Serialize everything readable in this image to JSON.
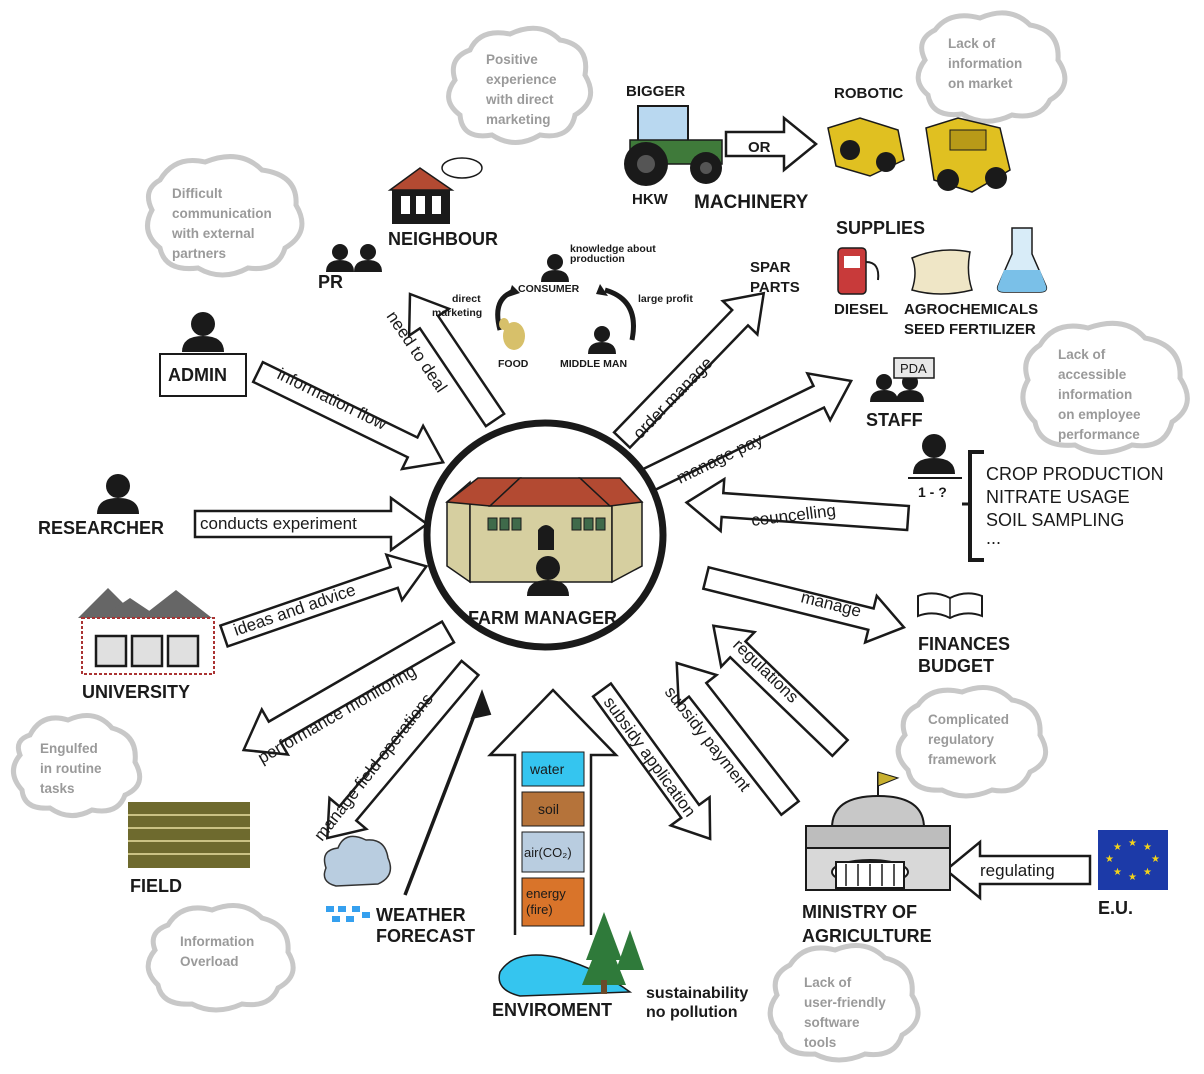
{
  "center": {
    "label": "FARM MANAGER"
  },
  "actors": {
    "admin": "ADMIN",
    "researcher": "RESEARCHER",
    "university": "UNIVERSITY",
    "field": "FIELD",
    "weather_line1": "WEATHER",
    "weather_line2": "FORECAST",
    "environment": "ENVIROMENT",
    "sustainability_line1": "sustainability",
    "sustainability_line2": "no pollution",
    "ministry_line1": "MINISTRY OF",
    "ministry_line2": "AGRICULTURE",
    "eu": "E.U.",
    "finances_line1": "FINANCES",
    "finances_line2": "BUDGET",
    "staff": "STAFF",
    "pda": "PDA",
    "spar_line1": "SPAR",
    "spar_line2": "PARTS",
    "supplies": "SUPPLIES",
    "diesel": "DIESEL",
    "agrochemicals": "AGROCHEMICALS",
    "seed_fertilizer": "SEED FERTILIZER",
    "machinery": "MACHINERY",
    "bigger": "BIGGER",
    "robotic": "ROBOTIC",
    "or": "OR",
    "hkw": "HKW",
    "neighbour": "NEIGHBOUR",
    "pr": "PR",
    "advisor_ratio": "1 - ?",
    "tasks": [
      "CROP PRODUCTION",
      "NITRATE USAGE",
      "SOIL SAMPLING",
      "..."
    ]
  },
  "cycle": {
    "consumer": "CONSUMER",
    "knowledge_line1": "knowledge about",
    "knowledge_line2": "production",
    "direct_line1": "direct",
    "direct_line2": "marketing",
    "large_profit": "large profit",
    "food": "FOOD",
    "middle_man": "MIDDLE MAN"
  },
  "flows": {
    "need_to_deal": "need to deal",
    "information_flow": "information flow",
    "conducts_experiment": "conducts experiment",
    "ideas_and_advice": "ideas and advice",
    "performance_monitoring": "performance monitoring",
    "manage_field_operations": "manage field operations",
    "subsidy_application": "subsidy application",
    "subsidy_payment": "subsidy payment",
    "regulations": "regulations",
    "manage": "manage",
    "councelling": "councelling",
    "manage_pay": "manage pay",
    "order_manage": "order manage",
    "regulating": "regulating"
  },
  "pillar": [
    "water",
    "soil",
    "air(CO₂)",
    "energy",
    "(fire)"
  ],
  "clouds": {
    "positive": [
      "Positive",
      "experience",
      "with direct",
      "marketing"
    ],
    "market": [
      "Lack of",
      "information",
      "on market"
    ],
    "communication": [
      "Difficult",
      "communication",
      "with external",
      "partners"
    ],
    "employee": [
      "Lack of",
      "accessible",
      "information",
      "on employee",
      "performance"
    ],
    "regulatory": [
      "Complicated",
      "regulatory",
      "framework"
    ],
    "routine": [
      "Engulfed",
      "in routine",
      "tasks"
    ],
    "overload": [
      "Information",
      "Overload"
    ],
    "software": [
      "Lack of",
      "user-friendly",
      "software",
      "tools"
    ]
  },
  "colors": {
    "barn_wall": "#d6cfa0",
    "barn_roof": "#b34a32",
    "field": "#6e6a2e",
    "water": "#35c5ef",
    "soil": "#b5733a",
    "air": "#b9cde0",
    "energy": "#d9742a",
    "eu_blue": "#1c3aa8",
    "eu_star": "#f2d21a",
    "cloud_stroke": "#c8c8c8",
    "tractor_green": "#3f7a3a",
    "robot_yellow": "#e0c021",
    "diesel_red": "#c83a3a"
  }
}
